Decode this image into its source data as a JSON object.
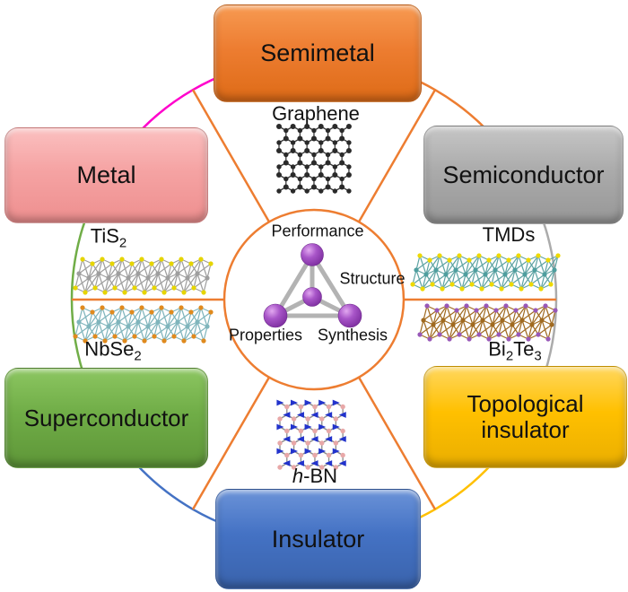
{
  "diagram": {
    "categories": [
      {
        "label": "Semimetal",
        "color": "#ED7D31"
      },
      {
        "label": "Metal",
        "color": "#F5A3A3"
      },
      {
        "label": "Semiconductor",
        "color": "#ABABAB"
      },
      {
        "label": "Superconductor",
        "color": "#70AD47"
      },
      {
        "label": "Insulator",
        "color": "#4472C4"
      },
      {
        "label": "Topological insulator",
        "color": "#FFC000"
      }
    ],
    "materials": {
      "graphene": {
        "label": "Graphene",
        "atom_color": "#2A2A2A",
        "bond_color": "#3A3A3A"
      },
      "tis2": {
        "base": "TiS",
        "sub": "2",
        "atom_colors": [
          "#E6D500",
          "#9E9E9E"
        ],
        "bond_color": "#9E9E9E"
      },
      "nbse2": {
        "base": "NbSe",
        "sub": "2",
        "atom_colors": [
          "#E08A1E",
          "#7FB5BC"
        ],
        "bond_color": "#7FB5BC"
      },
      "tmds": {
        "label": "TMDs",
        "atom_colors": [
          "#EED900",
          "#4E9E9E"
        ],
        "bond_color": "#5FA3A3"
      },
      "bi2te3": {
        "base1": "Bi",
        "sub1": "2",
        "base2": "Te",
        "sub2": "3",
        "atom_colors": [
          "#9858B8",
          "#A06A20"
        ],
        "bond_color": "#A06A20"
      },
      "hbn": {
        "italic_part": "h",
        "rest": "-BN",
        "atom_colors": [
          "#2233CC",
          "#E8A8A8"
        ],
        "bond_color": "#8A8A8A"
      }
    },
    "center_circle": {
      "labels": {
        "top": "Performance",
        "right": "Structure",
        "bottom_left": "Properties",
        "bottom_right": "Synthesis"
      },
      "ring_color": "#ED7D31",
      "tetrahedron": {
        "sphere_color": "#A855C8",
        "rod_color": "#B3B3B3"
      }
    },
    "wheel": {
      "spoke_color": "#ED7D31",
      "arc_colors": {
        "metal_semimetal": "#FF00CC",
        "semimetal_semiconductor": "#ED7D31",
        "semiconductor_topological": "#ABABAB",
        "topological_insulator": "#FFC000",
        "insulator_superconductor": "#4472C4",
        "superconductor_metal": "#70AD47"
      }
    }
  }
}
